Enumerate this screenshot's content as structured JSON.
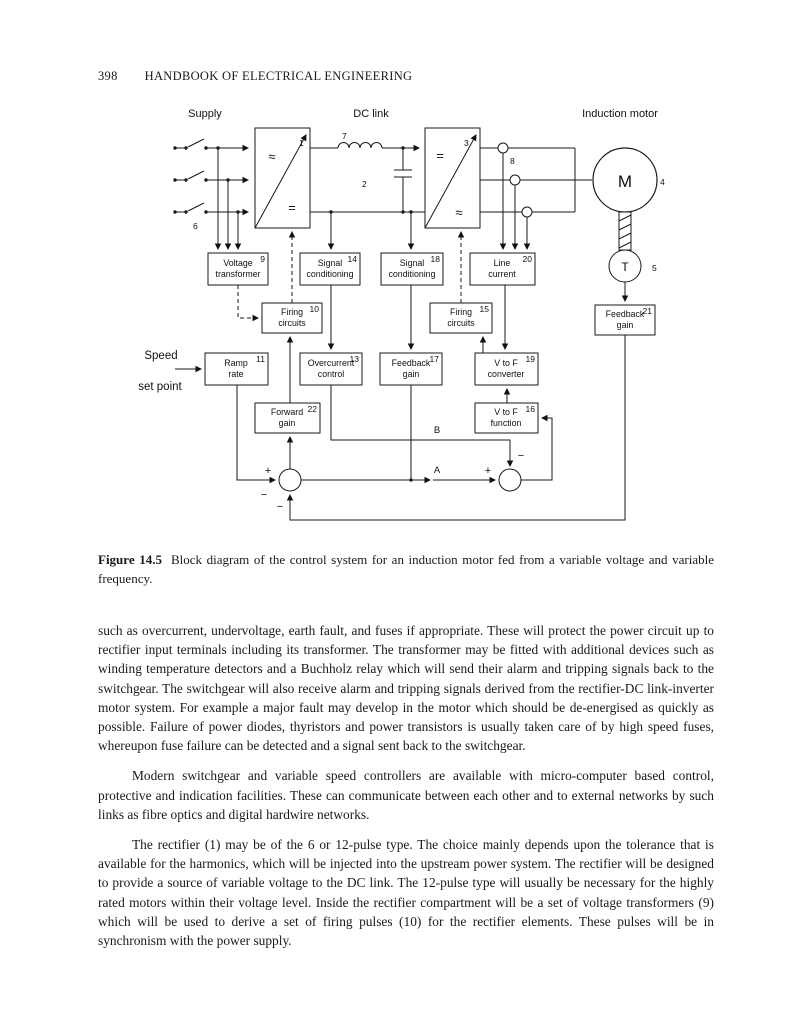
{
  "page": {
    "number": "398",
    "header": "HANDBOOK OF ELECTRICAL ENGINEERING"
  },
  "figure": {
    "caption": {
      "label": "Figure 14.5",
      "text": "Block diagram of the control system for an induction motor fed from a variable voltage and variable frequency."
    },
    "area_labels": {
      "supply": "Supply",
      "dc_link": "DC link",
      "induction_motor": "Induction motor",
      "speed": "Speed",
      "set_point": "set point",
      "a": "A",
      "b": "B"
    },
    "machines": {
      "motor": "M",
      "tacho": "T"
    },
    "symbols": {
      "ac": "≈",
      "dc": "="
    },
    "numbers": {
      "n1": "1",
      "n2": "2",
      "n3": "3",
      "n4": "4",
      "n5": "5",
      "n6": "6",
      "n7": "7",
      "n8": "8"
    },
    "blocks": {
      "b9": {
        "l1": "Voltage",
        "l2": "transformer",
        "n": "9"
      },
      "b10": {
        "l1": "Firing",
        "l2": "circuits",
        "n": "10"
      },
      "b11": {
        "l1": "Ramp",
        "l2": "rate",
        "n": "11"
      },
      "b13": {
        "l1": "Overcurrent",
        "l2": "control",
        "n": "13"
      },
      "b14": {
        "l1": "Signal",
        "l2": "conditioning",
        "n": "14"
      },
      "b15": {
        "l1": "Firing",
        "l2": "circuits",
        "n": "15"
      },
      "b16": {
        "l1": "V to F",
        "l2": "function",
        "n": "16"
      },
      "b17": {
        "l1": "Feedback",
        "l2": "gain",
        "n": "17"
      },
      "b18": {
        "l1": "Signal",
        "l2": "conditioning",
        "n": "18"
      },
      "b19": {
        "l1": "V to F",
        "l2": "converter",
        "n": "19"
      },
      "b20": {
        "l1": "Line",
        "l2": "current",
        "n": "20"
      },
      "b21": {
        "l1": "Feedback",
        "l2": "gain",
        "n": "21"
      },
      "b22": {
        "l1": "Forward",
        "l2": "gain",
        "n": "22"
      }
    },
    "signs": {
      "plus": "+",
      "minus": "−"
    }
  },
  "body": {
    "para1": "such as overcurrent, undervoltage, earth fault, and fuses if appropriate. These will protect the power circuit up to rectifier input terminals including its transformer. The transformer may be fitted with additional devices such as winding temperature detectors and a Buchholz relay which will send their alarm and tripping signals back to the switchgear. The switchgear will also receive alarm and tripping signals derived from the rectifier-DC link-inverter motor system. For example a major fault may develop in the motor which should be de-energised as quickly as possible. Failure of power diodes, thyristors and power transistors is usually taken care of by high speed fuses, whereupon fuse failure can be detected and a signal sent back to the switchgear.",
    "para2": "Modern switchgear and variable speed controllers are available with micro-computer based control, protective and indication facilities. These can communicate between each other and to external networks by such links as fibre optics and digital hardwire networks.",
    "para3": "The rectifier (1) may be of the 6 or 12-pulse type. The choice mainly depends upon the tolerance that is available for the harmonics, which will be injected into the upstream power system. The rectifier will be designed to provide a source of variable voltage to the DC link. The 12-pulse type will usually be necessary for the highly rated motors within their voltage level. Inside the rectifier compartment will be a set of voltage transformers (9) which will be used to derive a set of firing pulses (10) for the rectifier elements. These pulses will be in synchronism with the power supply."
  }
}
